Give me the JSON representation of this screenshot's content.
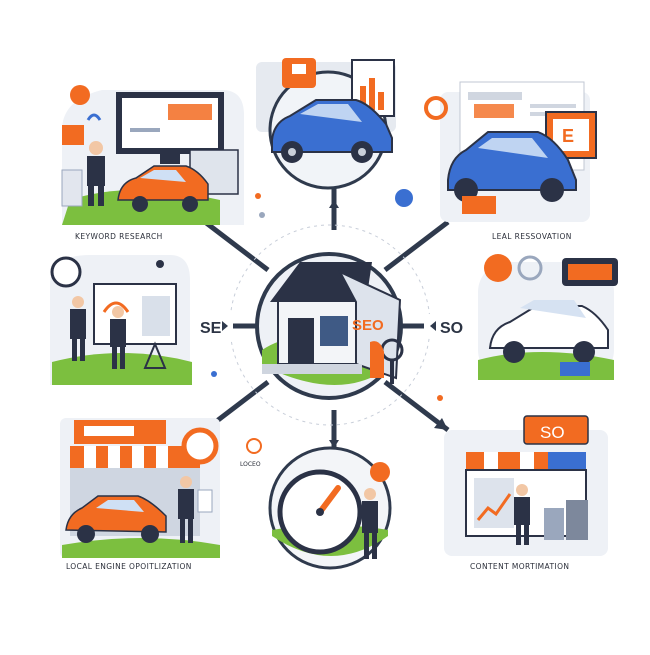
{
  "colors": {
    "accent": "#f26b21",
    "navy": "#2b3246",
    "blue": "#3a6fd1",
    "green": "#7cbf3f",
    "panel": "#e9edf3",
    "line": "#2f3a4d"
  },
  "center": {
    "sign_text": "SEO",
    "left_text": "SE",
    "right_text": "SO"
  },
  "panels": {
    "top_left": {
      "label": "KEYWORD RESEARCH"
    },
    "top_right": {
      "label": "LEAL RESSOVATION",
      "sign_text": "E"
    },
    "bottom_left": {
      "label": "LOCAL ENGINE OPOITLIZATION"
    },
    "bottom_right": {
      "label": "CONTENT MORTIMATION",
      "sign_text": "SO"
    },
    "bottom_center": {
      "small_text": "LOCEO"
    }
  },
  "icons": [
    "car-icon",
    "monitor-icon",
    "chart-icon",
    "person-icon",
    "store-icon",
    "gauge-icon",
    "gear-icon",
    "magnifier-icon",
    "globe-icon",
    "pin-icon"
  ]
}
